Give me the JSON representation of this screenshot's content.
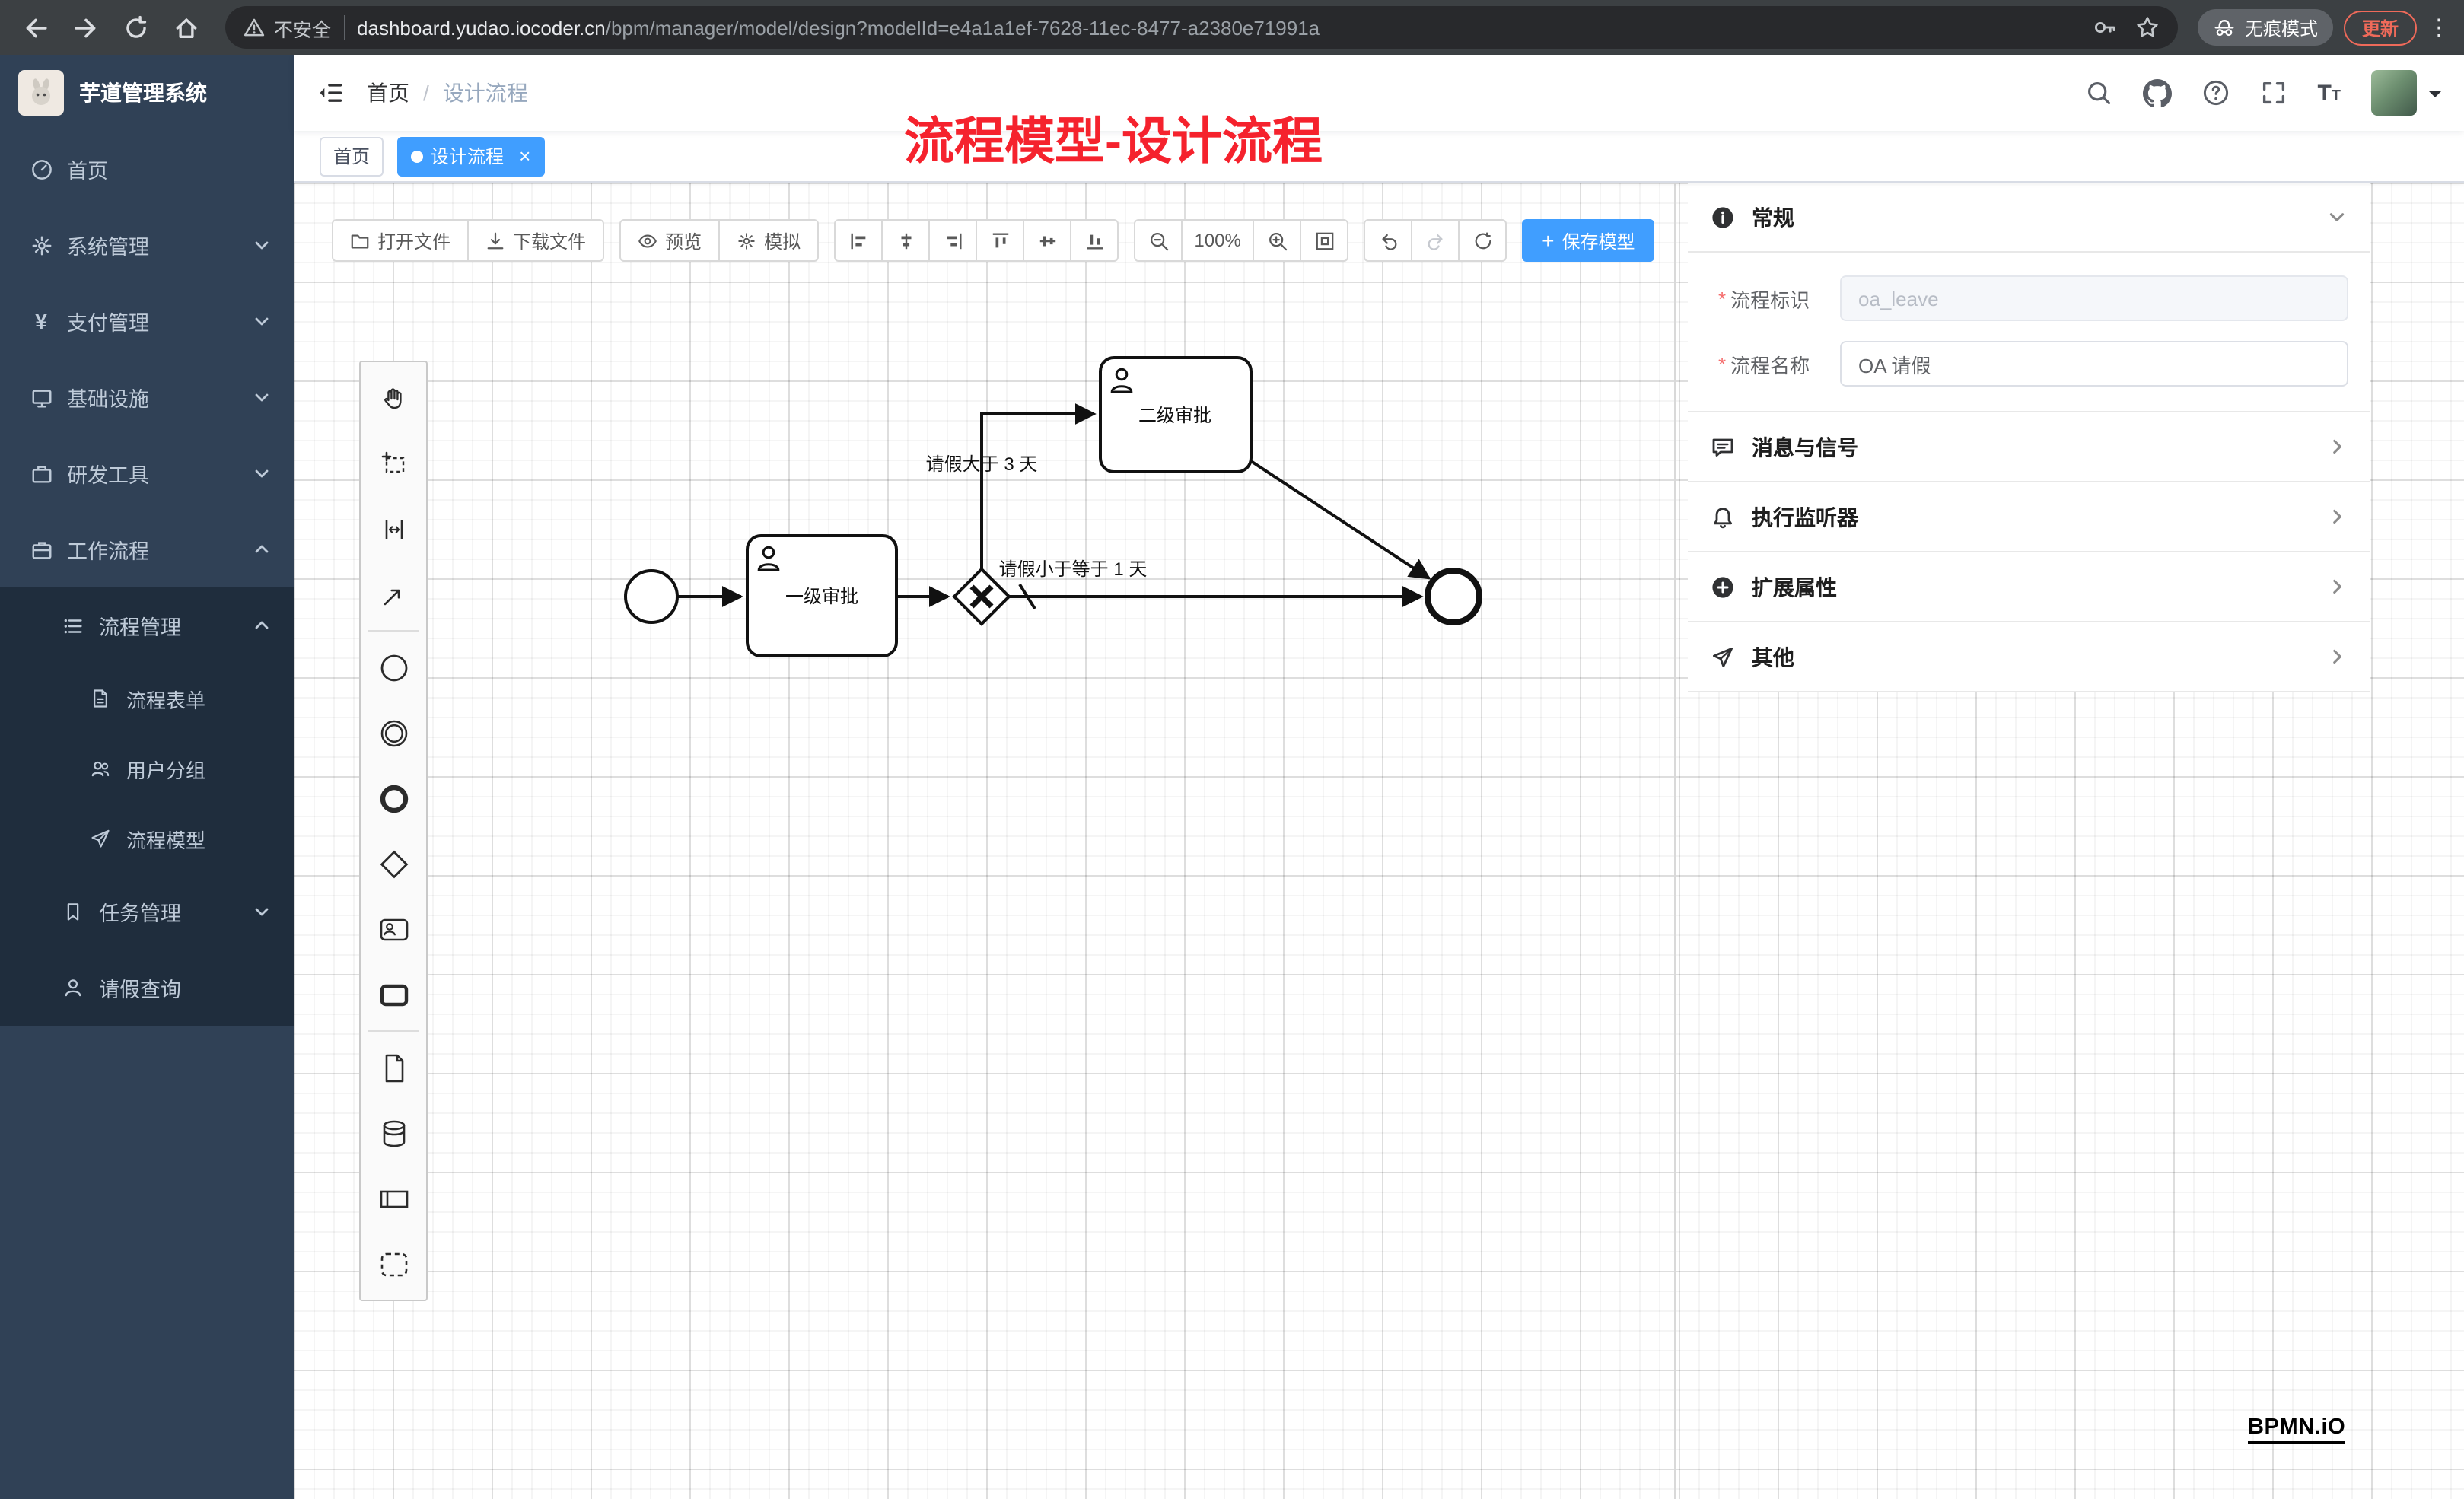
{
  "colors": {
    "primary_blue": "#409eff",
    "annotation_red": "#f5222d",
    "sidebar_bg": "#304156",
    "submenu_bg": "#1f2d3d"
  },
  "browser": {
    "security_label": "不安全",
    "url_host": "dashboard.yudao.iocoder.cn",
    "url_path": "/bpm/manager/model/design?modelId=e4a1a1ef-7628-11ec-8477-a2380e71991a",
    "incognito_label": "无痕模式",
    "update_label": "更新",
    "menu_glyph": "⋮"
  },
  "sidebar": {
    "app_title": "芋道管理系统",
    "items": [
      {
        "label": "首页"
      },
      {
        "label": "系统管理"
      },
      {
        "label": "支付管理"
      },
      {
        "label": "基础设施"
      },
      {
        "label": "研发工具"
      },
      {
        "label": "工作流程"
      },
      {
        "label": "流程管理"
      },
      {
        "label": "流程表单"
      },
      {
        "label": "用户分组"
      },
      {
        "label": "流程模型"
      },
      {
        "label": "任务管理"
      },
      {
        "label": "请假查询"
      }
    ]
  },
  "breadcrumb": {
    "home": "首页",
    "separator": "/",
    "current": "设计流程"
  },
  "tags": {
    "home": "首页",
    "active": "设计流程",
    "close": "×"
  },
  "annotation": {
    "text": "流程模型-设计流程"
  },
  "toolbar": {
    "open": "打开文件",
    "download": "下载文件",
    "preview": "预览",
    "simulate": "模拟",
    "zoom_level": "100%",
    "plus": "+",
    "save": "保存模型"
  },
  "diagram": {
    "task1": "一级审批",
    "task2": "二级审批",
    "flow_above": "请假大于 3 天",
    "flow_right": "请假小于等于 1 天"
  },
  "panel": {
    "general_title": "常规",
    "required_mark": "*",
    "field_key_label": "流程标识",
    "field_key_value": "oa_leave",
    "field_name_label": "流程名称",
    "field_name_value": "OA 请假",
    "sections": [
      {
        "label": "消息与信号"
      },
      {
        "label": "执行监听器"
      },
      {
        "label": "扩展属性"
      },
      {
        "label": "其他"
      }
    ]
  },
  "watermark": "BPMN.iO"
}
